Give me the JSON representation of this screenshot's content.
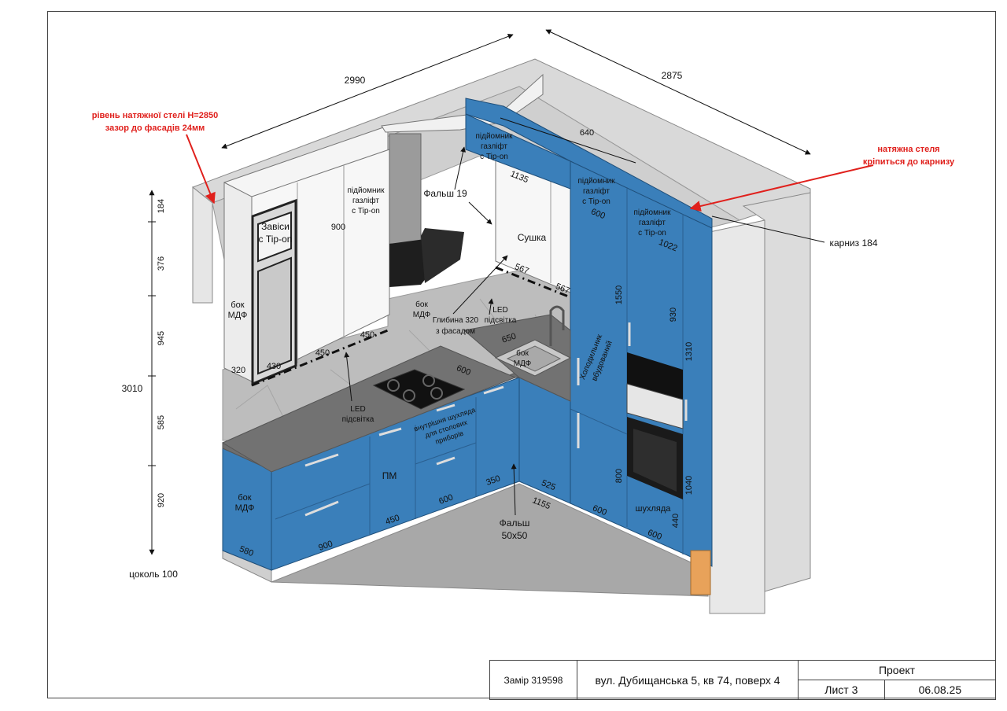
{
  "dimensions": {
    "width_left": "2990",
    "width_right": "2875",
    "total_height": "3010",
    "h184": "184",
    "h376": "376",
    "h945": "945",
    "h585": "585",
    "h920": "920",
    "plinth": "цоколь 100"
  },
  "notes": {
    "ceiling_level_line1": "рівень натяжної стелі Н=2850",
    "ceiling_level_line2": "зазор до фасадів 24мм",
    "ceiling_cornice_line1": "натяжна стеля",
    "ceiling_cornice_line2": "кріпиться до карнизу",
    "cornice": "карниз 184"
  },
  "labels": {
    "hinges_1": "Завіси",
    "hinges_2": "с Tip-on",
    "gaslift_a1": "підйомник",
    "gaslift_a2": "газліфт",
    "gaslift_a3": "с Tip-on",
    "gaslift_b1": "підйомник",
    "gaslift_b2": "газліфт",
    "gaslift_b3": "с Tip-on",
    "gaslift_c1": "підйомник",
    "gaslift_c2": "газліфт",
    "gaslift_c3": "с Tip-on",
    "gaslift_d1": "підйомник",
    "gaslift_d2": "газліфт",
    "gaslift_d3": "с Tip-on",
    "falsh19": "Фальш 19",
    "dryer": "Сушка",
    "side_mdf_upper_1": "бок",
    "side_mdf_upper_2": "МДФ",
    "side_mdf_mid_1": "бок",
    "side_mdf_mid_2": "МДФ",
    "side_mdf_sink_1": "бок",
    "side_mdf_sink_2": "МДФ",
    "side_mdf_low_1": "бок",
    "side_mdf_low_2": "МДФ",
    "depth_1": "Глибина 320",
    "depth_2": "з фасадом",
    "led_a1": "LED",
    "led_a2": "підсвітка",
    "led_b1": "LED",
    "led_b2": "підсвітка",
    "fridge_1": "Холодильник",
    "fridge_2": "вбудований",
    "inner_drawer_1": "внутрішня шухляда",
    "inner_drawer_2": "для столових",
    "inner_drawer_3": "приборів",
    "dishwasher": "ПМ",
    "falsh_50_1": "Фальш",
    "falsh_50_2": "50х50",
    "drawer": "шухляда"
  },
  "measures": {
    "m900_top": "900",
    "m450a": "450",
    "m450b": "450",
    "m430": "430",
    "m320": "320",
    "m640": "640",
    "m1135": "1135",
    "m600_top": "600",
    "m1022": "1022",
    "m567a": "567",
    "m567b": "567",
    "m650": "650",
    "m600_hob": "600",
    "m1550": "1550",
    "m930": "930",
    "m1310": "1310",
    "m800": "800",
    "m1040": "1040",
    "m440": "440",
    "m580": "580",
    "m900_low": "900",
    "m450_low": "450",
    "m600_low": "600",
    "m350": "350",
    "m525": "525",
    "m1155": "1155",
    "m600_r1": "600",
    "m600_r2": "600"
  },
  "title_block": {
    "order": "Замір 319598",
    "address": "вул. Дубищанська 5, кв 74, поверх 4",
    "stage": "Проект",
    "sheet": "Лист 3",
    "date": "06.08.25"
  },
  "colors": {
    "facade_blue": "#3a7fba",
    "wall_white": "#f2f2f2",
    "counter": "#707070",
    "annotation_red": "#e0201c"
  }
}
